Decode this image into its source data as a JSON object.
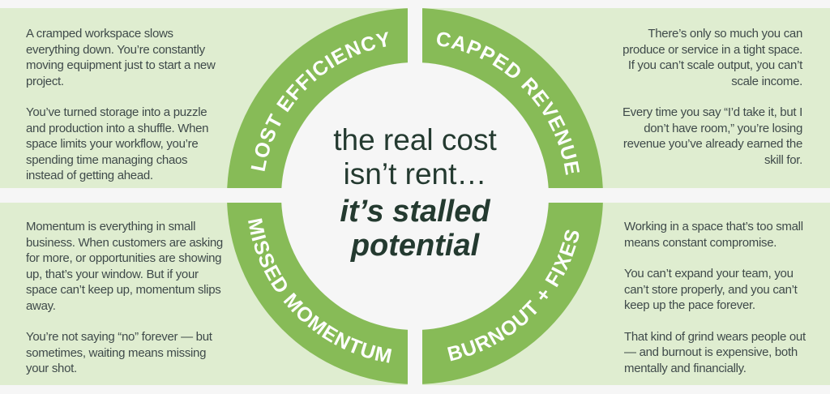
{
  "colors": {
    "background": "#f6f6f6",
    "panel": "#dfedd0",
    "ring": "#87bb57",
    "center_text": "#243a30",
    "body_text": "#3f4a4a"
  },
  "center": {
    "line1": "the real cost",
    "line2": "isn’t rent…",
    "line3": "it’s stalled",
    "line4": "potential"
  },
  "quadrants": {
    "top_left": {
      "label": "LOST EFFICIENCY",
      "paragraphs": [
        "A cramped workspace slows everything down. You’re constantly moving equipment just to start a new project.",
        "You’ve turned storage into a puzzle and production into a shuffle. When space limits your workflow, you’re spending time managing chaos instead of getting ahead."
      ]
    },
    "top_right": {
      "label": "CAPPED REVENUE",
      "paragraphs": [
        "There’s only so much you can produce or service in a tight space. If you can’t scale output, you can’t scale income.",
        "Every time you say “I’d take it, but I don’t have room,” you’re losing revenue you’ve already earned the skill for."
      ]
    },
    "bottom_left": {
      "label": "MISSED MOMENTUM",
      "paragraphs": [
        "Momentum is everything in small business. When customers are asking for more, or opportunities are showing up, that’s your window. But if your space can’t keep up, momentum slips away.",
        "You’re not saying “no” forever — but sometimes, waiting means missing your shot."
      ]
    },
    "bottom_right": {
      "label": "BURNOUT + FIXES",
      "paragraphs": [
        "Working in a space that’s too small means constant compromise.",
        "You can’t expand your team, you can’t store properly, and you can’t keep up the pace forever.",
        "That kind of grind wears people out — and burnout is expensive, both mentally and financially."
      ]
    }
  }
}
